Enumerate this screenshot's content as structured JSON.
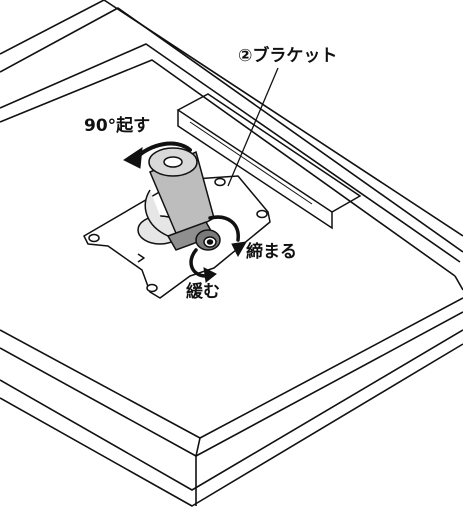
{
  "labels": {
    "bracket": "②ブラケット",
    "rotate": "90°起す",
    "tighten": "締まる",
    "loosen": "緩む"
  },
  "colors": {
    "line": "#111111",
    "shade": "#bdbdbd",
    "background": "#ffffff"
  }
}
